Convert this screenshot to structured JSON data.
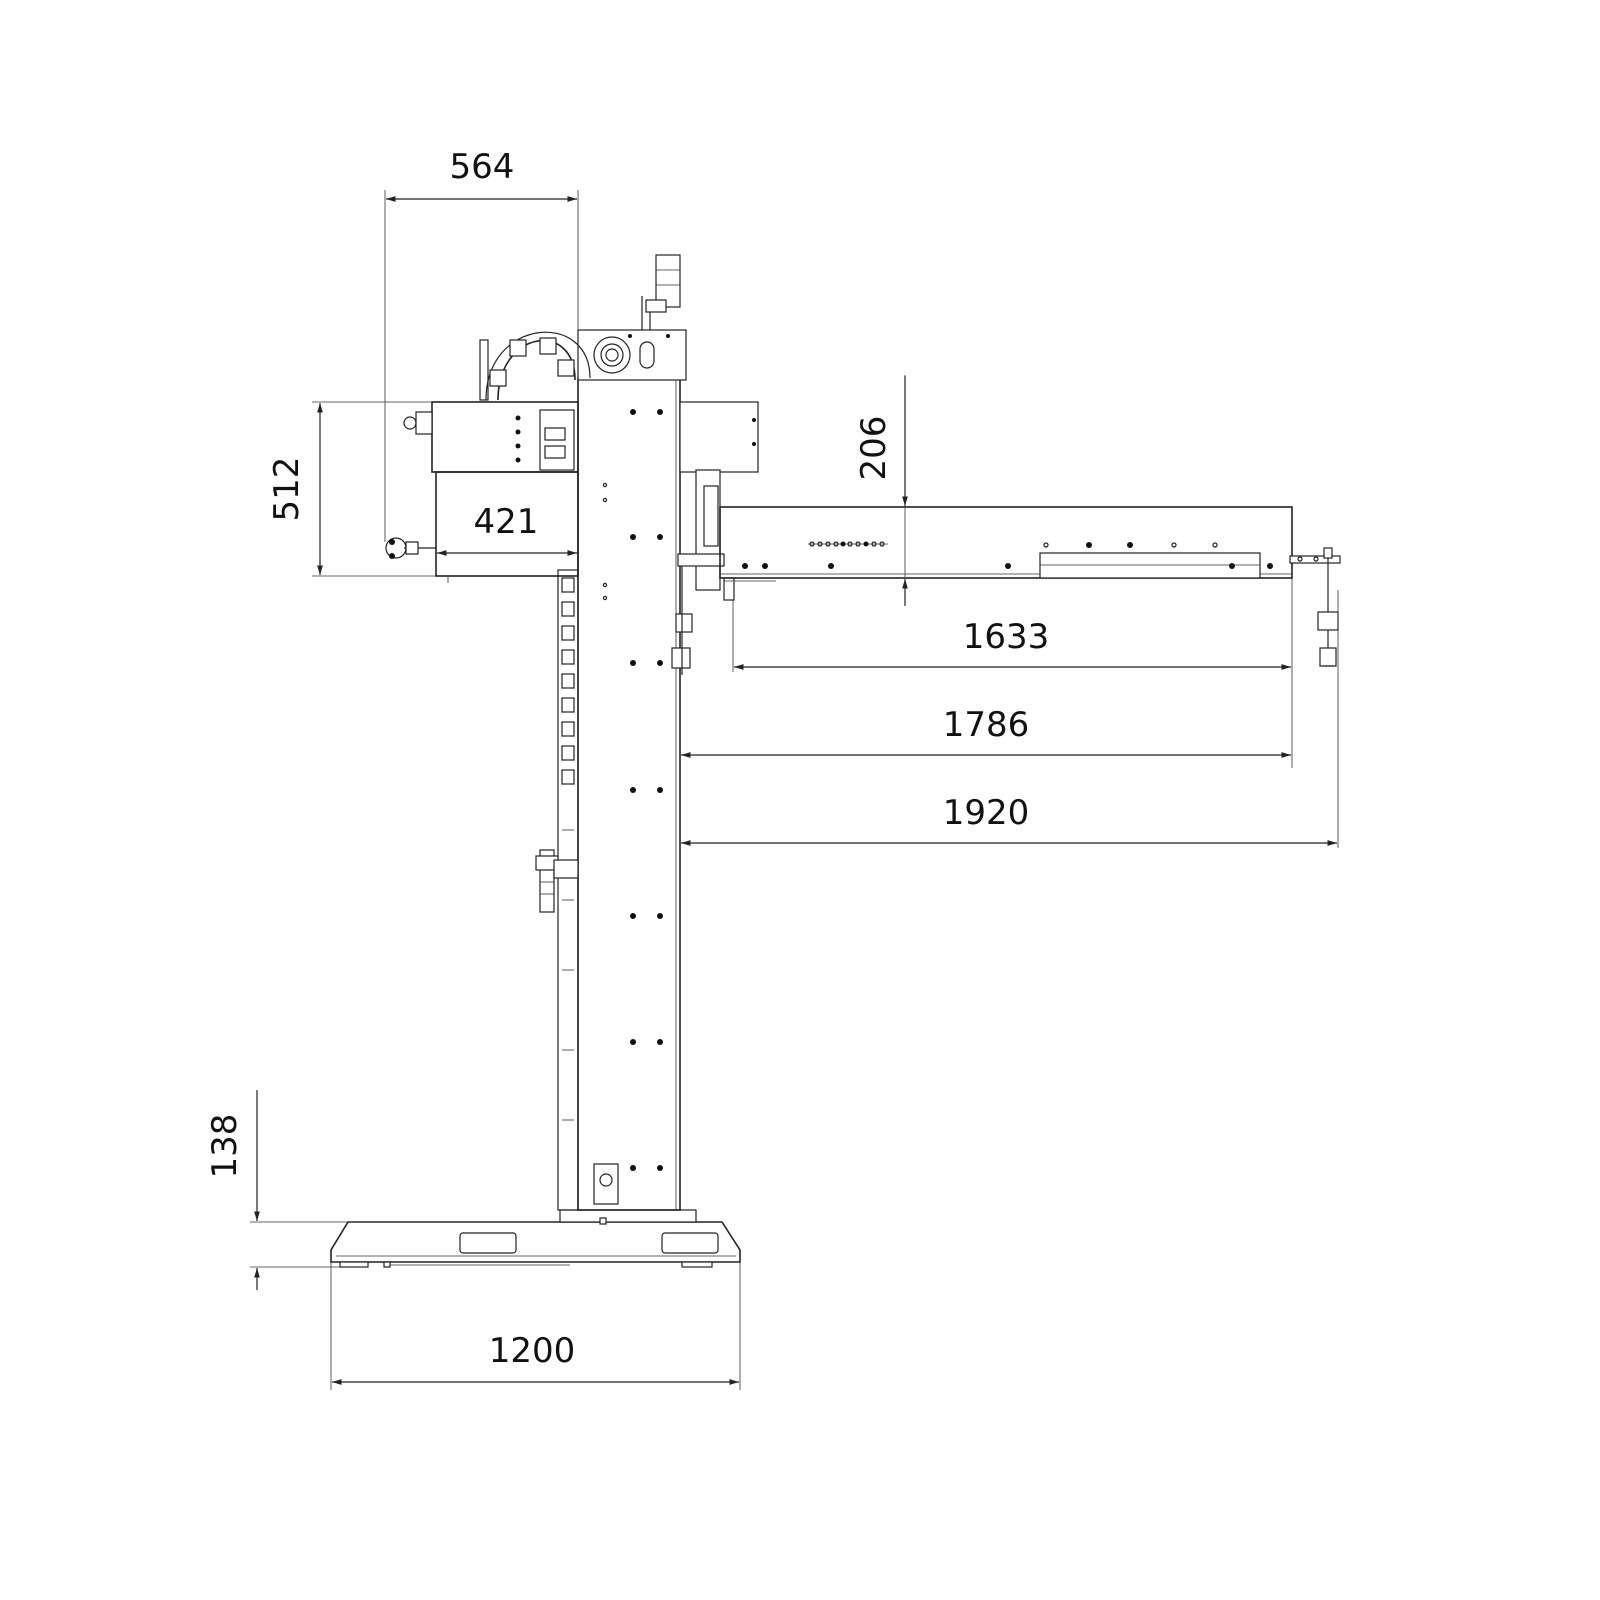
{
  "drawing": {
    "subject": "column-and-boom-manipulator",
    "dimensions": {
      "top_width": "564",
      "carriage_height": "512",
      "carriage_width": "421",
      "boom_height": "206",
      "boom_travel": "1633",
      "boom_length": "1786",
      "total_reach": "1920",
      "base_height": "138",
      "base_width": "1200"
    },
    "colors": {
      "line": "#222222",
      "background": "#ffffff"
    }
  }
}
